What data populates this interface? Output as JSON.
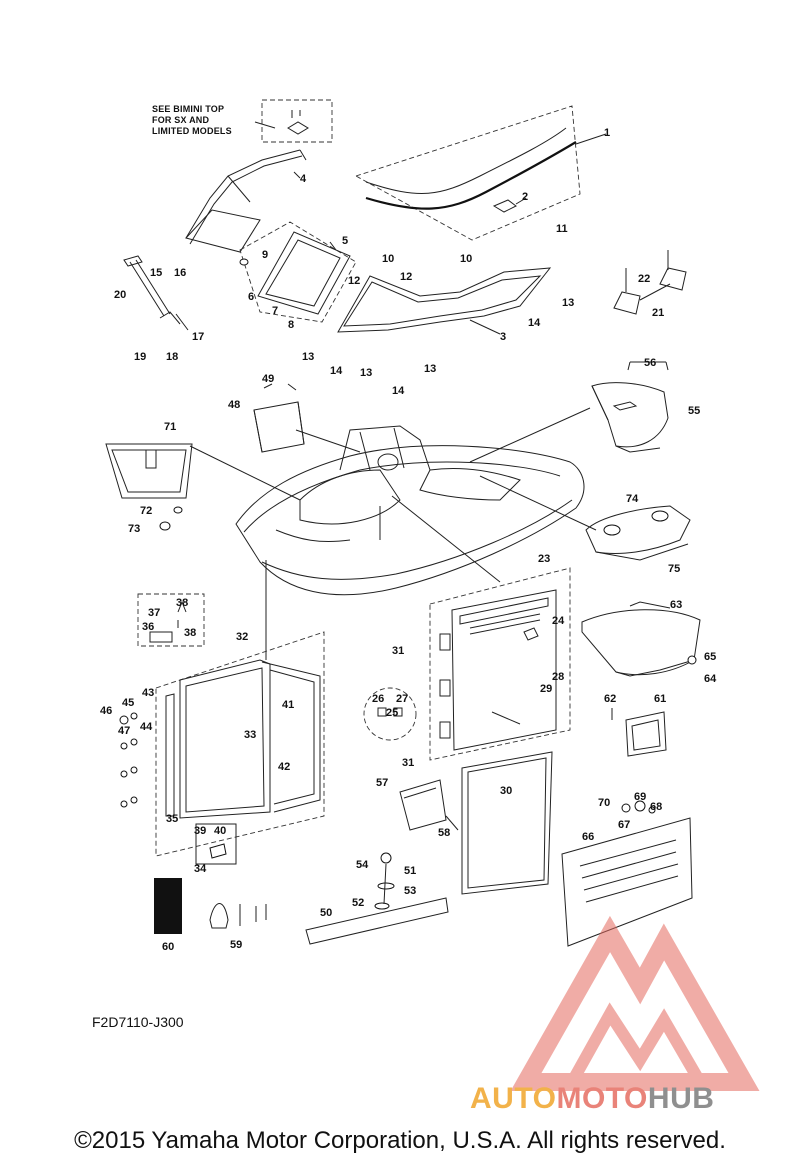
{
  "note": "SEE BIMINI TOP\nFOR SX AND\nLIMITED MODELS",
  "figure_code": "F2D7110-J300",
  "copyright": "©2015 Yamaha Motor Corporation, U.S.A. All rights reserved.",
  "watermark": {
    "part1": "AUTO",
    "part2": "MOTO",
    "part3": "HUB",
    "colors": {
      "auto": "#f2b24a",
      "moto": "#e98379",
      "hub": "#8f8f8f"
    }
  },
  "callouts": [
    "1",
    "2",
    "3",
    "4",
    "5",
    "6",
    "7",
    "8",
    "9",
    "10",
    "10",
    "11",
    "12",
    "12",
    "13",
    "13",
    "13",
    "13",
    "14",
    "14",
    "14",
    "15",
    "16",
    "17",
    "18",
    "19",
    "20",
    "21",
    "22",
    "23",
    "24",
    "25",
    "26",
    "27",
    "28",
    "29",
    "30",
    "31",
    "31",
    "32",
    "33",
    "34",
    "35",
    "36",
    "37",
    "38",
    "38",
    "39",
    "40",
    "41",
    "42",
    "43",
    "44",
    "45",
    "46",
    "47",
    "48",
    "49",
    "50",
    "51",
    "52",
    "53",
    "54",
    "55",
    "56",
    "57",
    "58",
    "59",
    "60",
    "61",
    "62",
    "63",
    "64",
    "65",
    "66",
    "67",
    "68",
    "69",
    "70",
    "71",
    "72",
    "73",
    "74",
    "75"
  ]
}
